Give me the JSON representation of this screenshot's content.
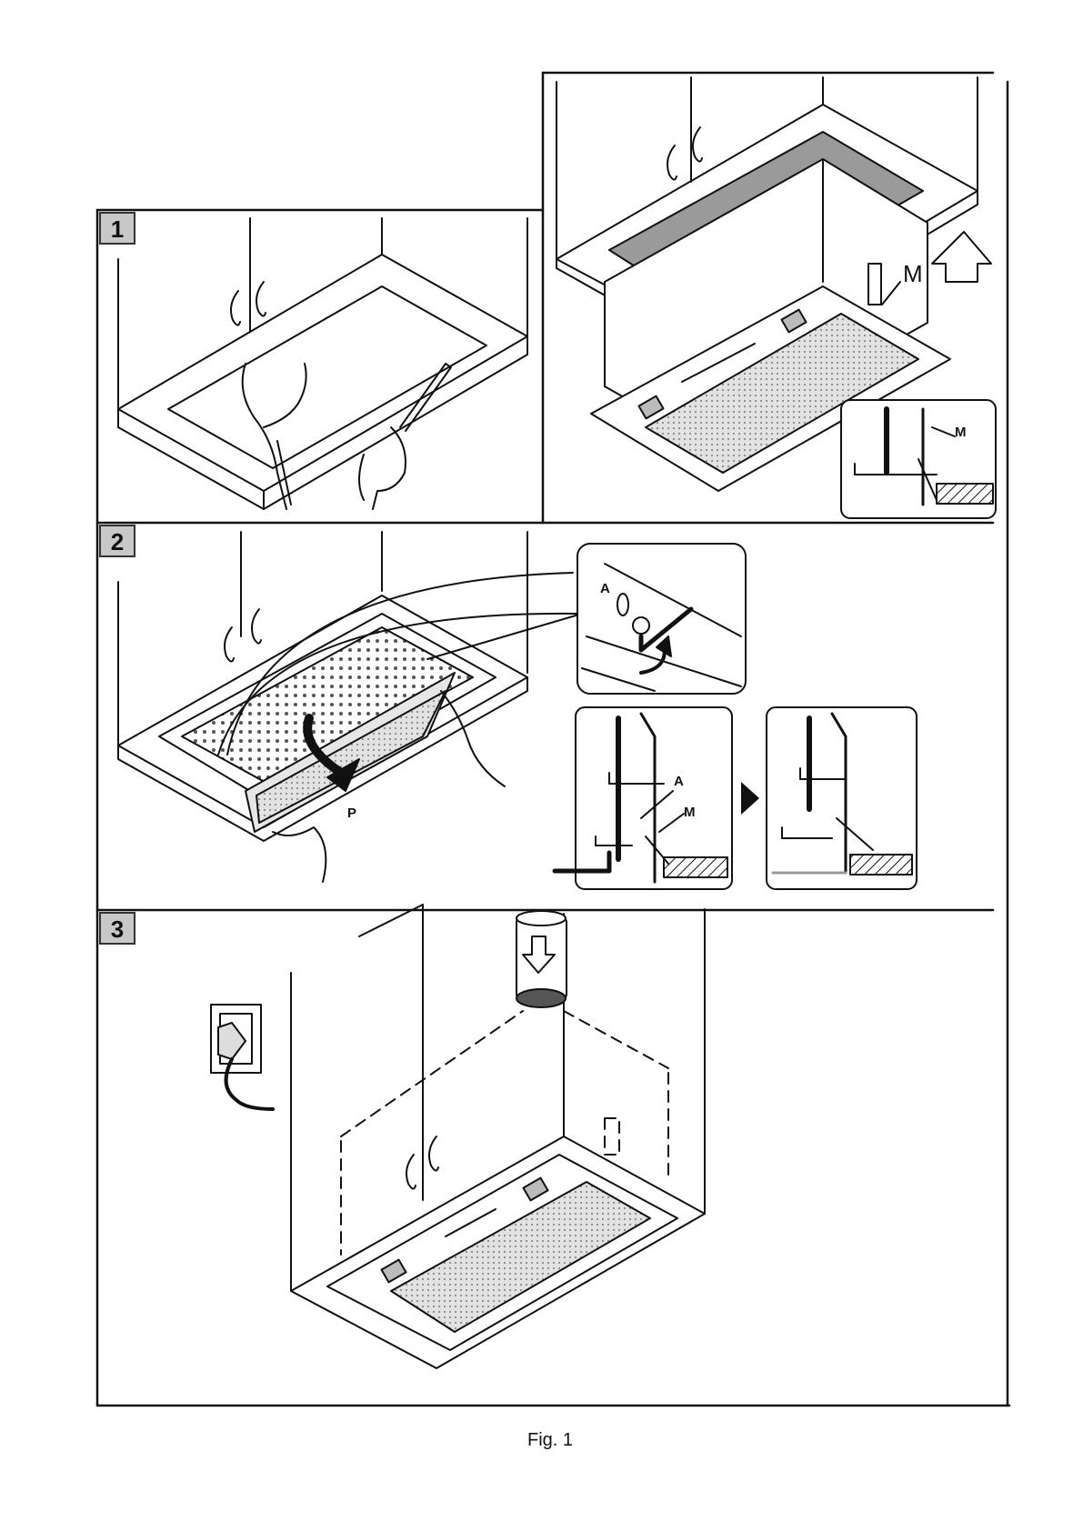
{
  "steps": [
    {
      "number": "1"
    },
    {
      "number": "2"
    },
    {
      "number": "3"
    }
  ],
  "labels": {
    "m_main": "M",
    "m_detail": "M",
    "a_detail": "A",
    "a_section": "A",
    "m_section": "M",
    "p_panel": "P"
  },
  "caption": "Fig. 1",
  "colors": {
    "ink": "#111111",
    "step_badge": "#c8c8c8",
    "filter_mesh": "#d9d9d9"
  }
}
